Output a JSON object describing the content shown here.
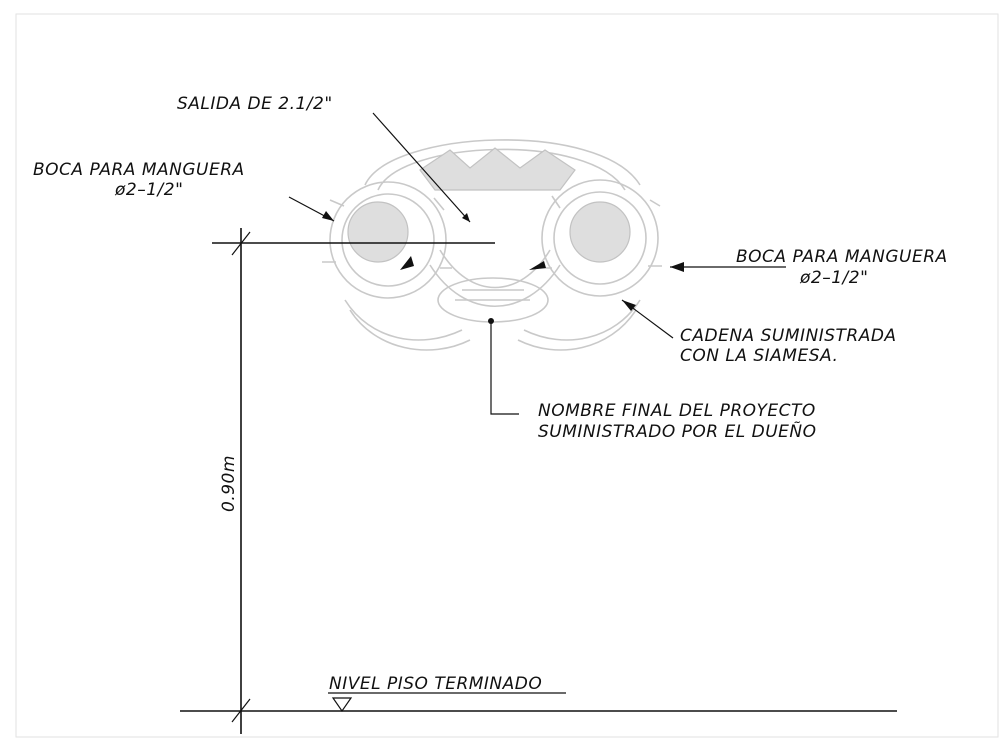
{
  "drawing": {
    "labels": {
      "salida": "SALIDA DE 2.1/2\"",
      "boca_left_line1": "BOCA PARA MANGUERA",
      "boca_left_line2": "ø2–1/2\"",
      "boca_right_line1": "BOCA PARA MANGUERA",
      "boca_right_line2": "ø2–1/2\"",
      "cadena_line1": "CADENA SUMINISTRADA",
      "cadena_line2": "CON LA SIAMESA.",
      "nombre_line1": "NOMBRE FINAL DEL PROYECTO",
      "nombre_line2": "SUMINISTRADO POR EL DUEÑO",
      "dimension": "0.90m",
      "nivel": "NIVEL PISO TERMINADO"
    }
  }
}
